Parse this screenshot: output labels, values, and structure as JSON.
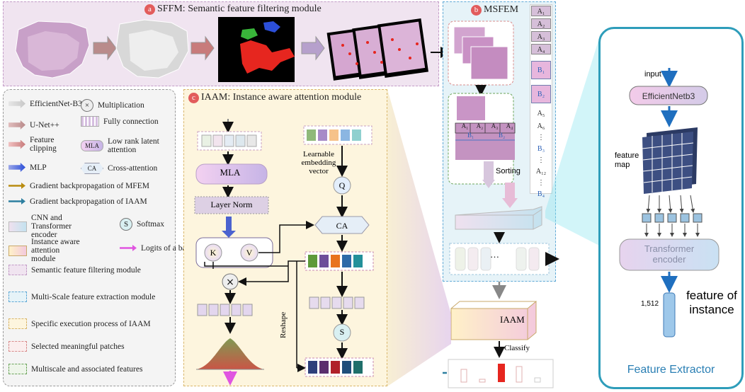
{
  "sffm": {
    "badge": "a",
    "title": "SFFM: Semantic feature filtering module"
  },
  "msfem": {
    "badge": "b",
    "title": "MSFEM",
    "sorting": "Sorting",
    "tile_labels": [
      "A₁",
      "A₂",
      "A₃",
      "A₄",
      "B₁",
      "B₂",
      "A₅",
      "A₆",
      "⋮",
      "B₃",
      "⋮",
      "A₁₂",
      "⋮",
      "B₄"
    ],
    "grid_labels": [
      "A₁",
      "A₂",
      "A₃",
      "A₄",
      "B₁",
      "B₂"
    ]
  },
  "iaam": {
    "badge": "c",
    "title": "IAAM: Instance aware attention module",
    "mla": "MLA",
    "layer_norm": "Layer Norm",
    "k": "K",
    "v": "V",
    "q": "Q",
    "ca": "CA",
    "s": "S",
    "embedding": "Learnable\nembedding\nvector",
    "reshape": "Reshape"
  },
  "right_flow": {
    "iaam": "IAAM",
    "classify": "Classify",
    "dots": "…"
  },
  "legend": [
    {
      "label": "EfficientNet-B3",
      "icon": "arrow-gray"
    },
    {
      "label": "Multiplication",
      "icon": "multiply"
    },
    {
      "label": "U-Net++",
      "icon": "arrow-mauve"
    },
    {
      "label": "Fully connection",
      "icon": "fc"
    },
    {
      "label": "Feature clipping",
      "icon": "arrow-pink"
    },
    {
      "label": "Low rank latent attention",
      "icon": "mla",
      "tag": "MLA"
    },
    {
      "label": "MLP",
      "icon": "arrow-blue"
    },
    {
      "label": "Cross-attention",
      "icon": "ca",
      "tag": "CA"
    },
    {
      "label": "Gradient backpropagation of MFEM",
      "icon": "arrow-gold"
    },
    {
      "label": "Gradient backpropagation of IAAM",
      "icon": "arrow-teal"
    },
    {
      "label": "CNN and Transformer encoder",
      "icon": "encoder"
    },
    {
      "label": "Softmax",
      "icon": "softmax",
      "tag": "S"
    },
    {
      "label": "Instance aware attention module",
      "icon": "iaam"
    },
    {
      "label": "Logits of a bag",
      "icon": "arrow-magenta"
    },
    {
      "label": "Semantic feature filtering module",
      "icon": "box-purple"
    },
    {
      "label": "Multi-Scale feature extraction module",
      "icon": "box-blue"
    },
    {
      "label": "Specific execution process of IAAM",
      "icon": "box-gold"
    },
    {
      "label": "Selected meaningful patches",
      "icon": "box-red"
    },
    {
      "label": "Multiscale and associated features",
      "icon": "box-green"
    }
  ],
  "feature_extractor": {
    "input": "input",
    "backbone": "EfficientNetb3",
    "feature_map": "feature\nmap",
    "encoder": "Transformer\nencoder",
    "dim": "1,512",
    "feature": "feature of\ninstance",
    "title": "Feature Extractor"
  },
  "colors": {
    "accent_blue": "#2e9dba",
    "red": "#e6261f",
    "green": "#39b53a",
    "blue": "#2c4fd8"
  }
}
